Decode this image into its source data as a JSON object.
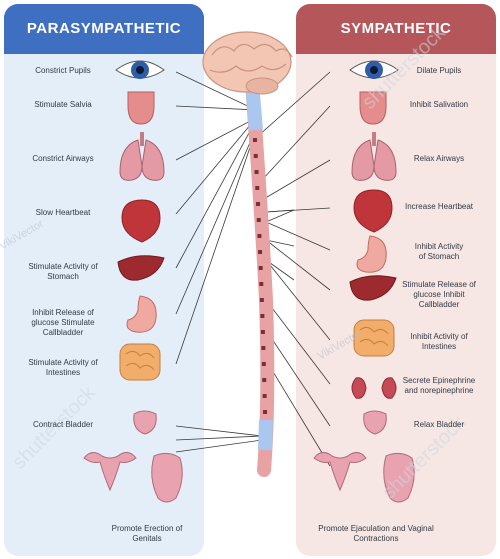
{
  "headers": {
    "left": "PARASYMPATHETIC",
    "right": "SYMPATHETIC"
  },
  "left_effects": [
    "Constrict Pupils",
    "Stimulate Salvia",
    "Constrict Airways",
    "Slow Heartbeat",
    "Stimulate Activity of Stomach",
    "Inhibit Release of glucose Stimulate Callbladder",
    "Stimulate Activity of Intestines",
    "Contract Bladder",
    "Promote Erection of Genitals"
  ],
  "right_effects": [
    "Dilate Pupils",
    "Inhibit Salivation",
    "Relax Airways",
    "Increase Heartbeat",
    "Inhibit Activity of Stomach",
    "Stimulate Release of glucose Inhibit Callbladder",
    "Inhibit Activity of Intestines",
    "Secrete Epinephrine and norepinephrine",
    "Relax Bladder",
    "Promote Ejaculation and Vaginal Contractions"
  ],
  "watermarks": [
    "VikiVector",
    "shutterstock"
  ],
  "colors": {
    "parasympathetic_header": "#3f6fc0",
    "sympathetic_header": "#b5565a",
    "parasympathetic_bg": "#e4eef9",
    "sympathetic_bg": "#f6e6e4",
    "spine": "#e7a3a3",
    "organ_red": "#d94a4a"
  },
  "icons": [
    "brain-icon",
    "eye-icon",
    "tongue-icon",
    "lungs-icon",
    "heart-icon",
    "liver-icon",
    "stomach-icon",
    "intestines-icon",
    "kidneys-icon",
    "bladder-icon",
    "female-genitals-icon",
    "male-genitals-icon"
  ]
}
